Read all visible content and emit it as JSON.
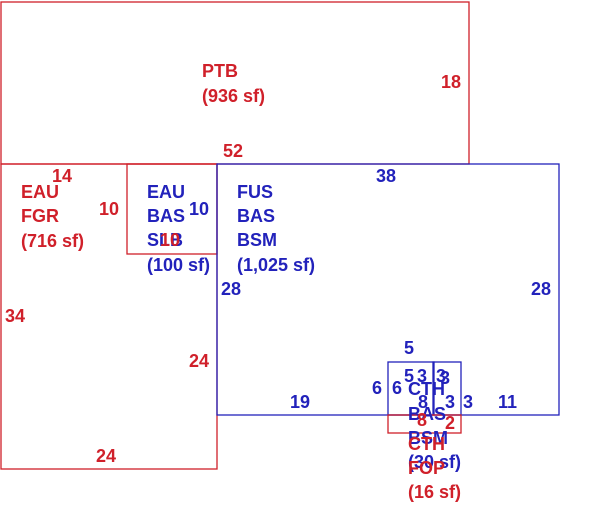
{
  "colors": {
    "red": "#d0202a",
    "blue": "#2222bb",
    "background": "#ffffff"
  },
  "areas": {
    "ptb": {
      "code": "PTB",
      "size": "(936 sf)"
    },
    "eau_fgr": {
      "code1": "EAU",
      "code2": "FGR",
      "size": "(716 sf)"
    },
    "eau_bas_slb": {
      "code1": "EAU",
      "code2": "BAS",
      "code3": "SLB",
      "size": "(100 sf)",
      "overlap": "10"
    },
    "fus_bas_bsm": {
      "code1": "FUS",
      "code2": "BAS",
      "code3": "BSM",
      "size": "(1,025 sf)"
    },
    "cth_bas_bsm": {
      "code1": "CTH",
      "code2": "BAS",
      "code3": "BSM",
      "size": "(30 sf)"
    },
    "cth_fop": {
      "code1": "CTH",
      "code2": "FOP",
      "size": "(16 sf)"
    }
  },
  "dimensions": {
    "ptb_right": "18",
    "ptb_bottom": "52",
    "fgr_top": "14",
    "fgr_inner": "10",
    "fgr_left": "34",
    "fgr_right": "24",
    "fgr_bottom": "24",
    "slb_right": "10",
    "fus_top": "38",
    "fus_left": "28",
    "fus_right": "28",
    "fus_bottom_left": "19",
    "fus_bottom_right": "11",
    "cth_top": "5",
    "cth_left": "6",
    "cth_inner_left": "6",
    "cth_inner_top_a": "5",
    "cth_inner_top_b": "3",
    "cth_inner_top_c": "3",
    "cth_inner_top_d": "3",
    "cth_mid": "8",
    "cth_right": "3",
    "cth_outer_right": "3",
    "fop_left": "8",
    "fop_right": "2"
  }
}
